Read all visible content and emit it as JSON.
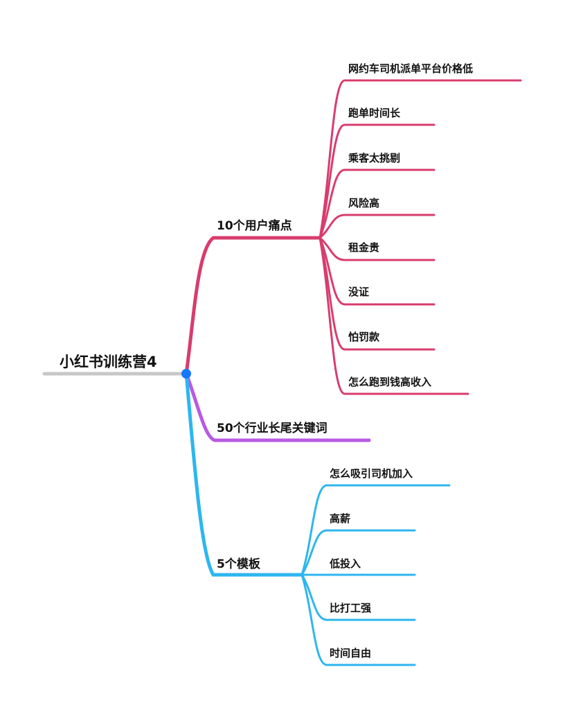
{
  "mindmap": {
    "root": {
      "label": "小红书训练营4",
      "color": "#c7c7c7",
      "dot_color": "#1677ff"
    },
    "branches": [
      {
        "id": "pain-points",
        "label": "10个用户痛点",
        "color": "#d83c6d",
        "children": [
          "网约车司机派单平台价格低",
          "跑单时间长",
          "乘客太挑剔",
          "风险高",
          "租金贵",
          "没证",
          "怕罚款",
          "怎么跑到钱高收入"
        ]
      },
      {
        "id": "keywords",
        "label": "50个行业长尾关键词",
        "color": "#b95ae3",
        "children": []
      },
      {
        "id": "templates",
        "label": "5个模板",
        "color": "#2db6ef",
        "children": [
          "怎么吸引司机加入",
          "高薪",
          "低投入",
          "比打工强",
          "时间自由"
        ]
      }
    ]
  }
}
